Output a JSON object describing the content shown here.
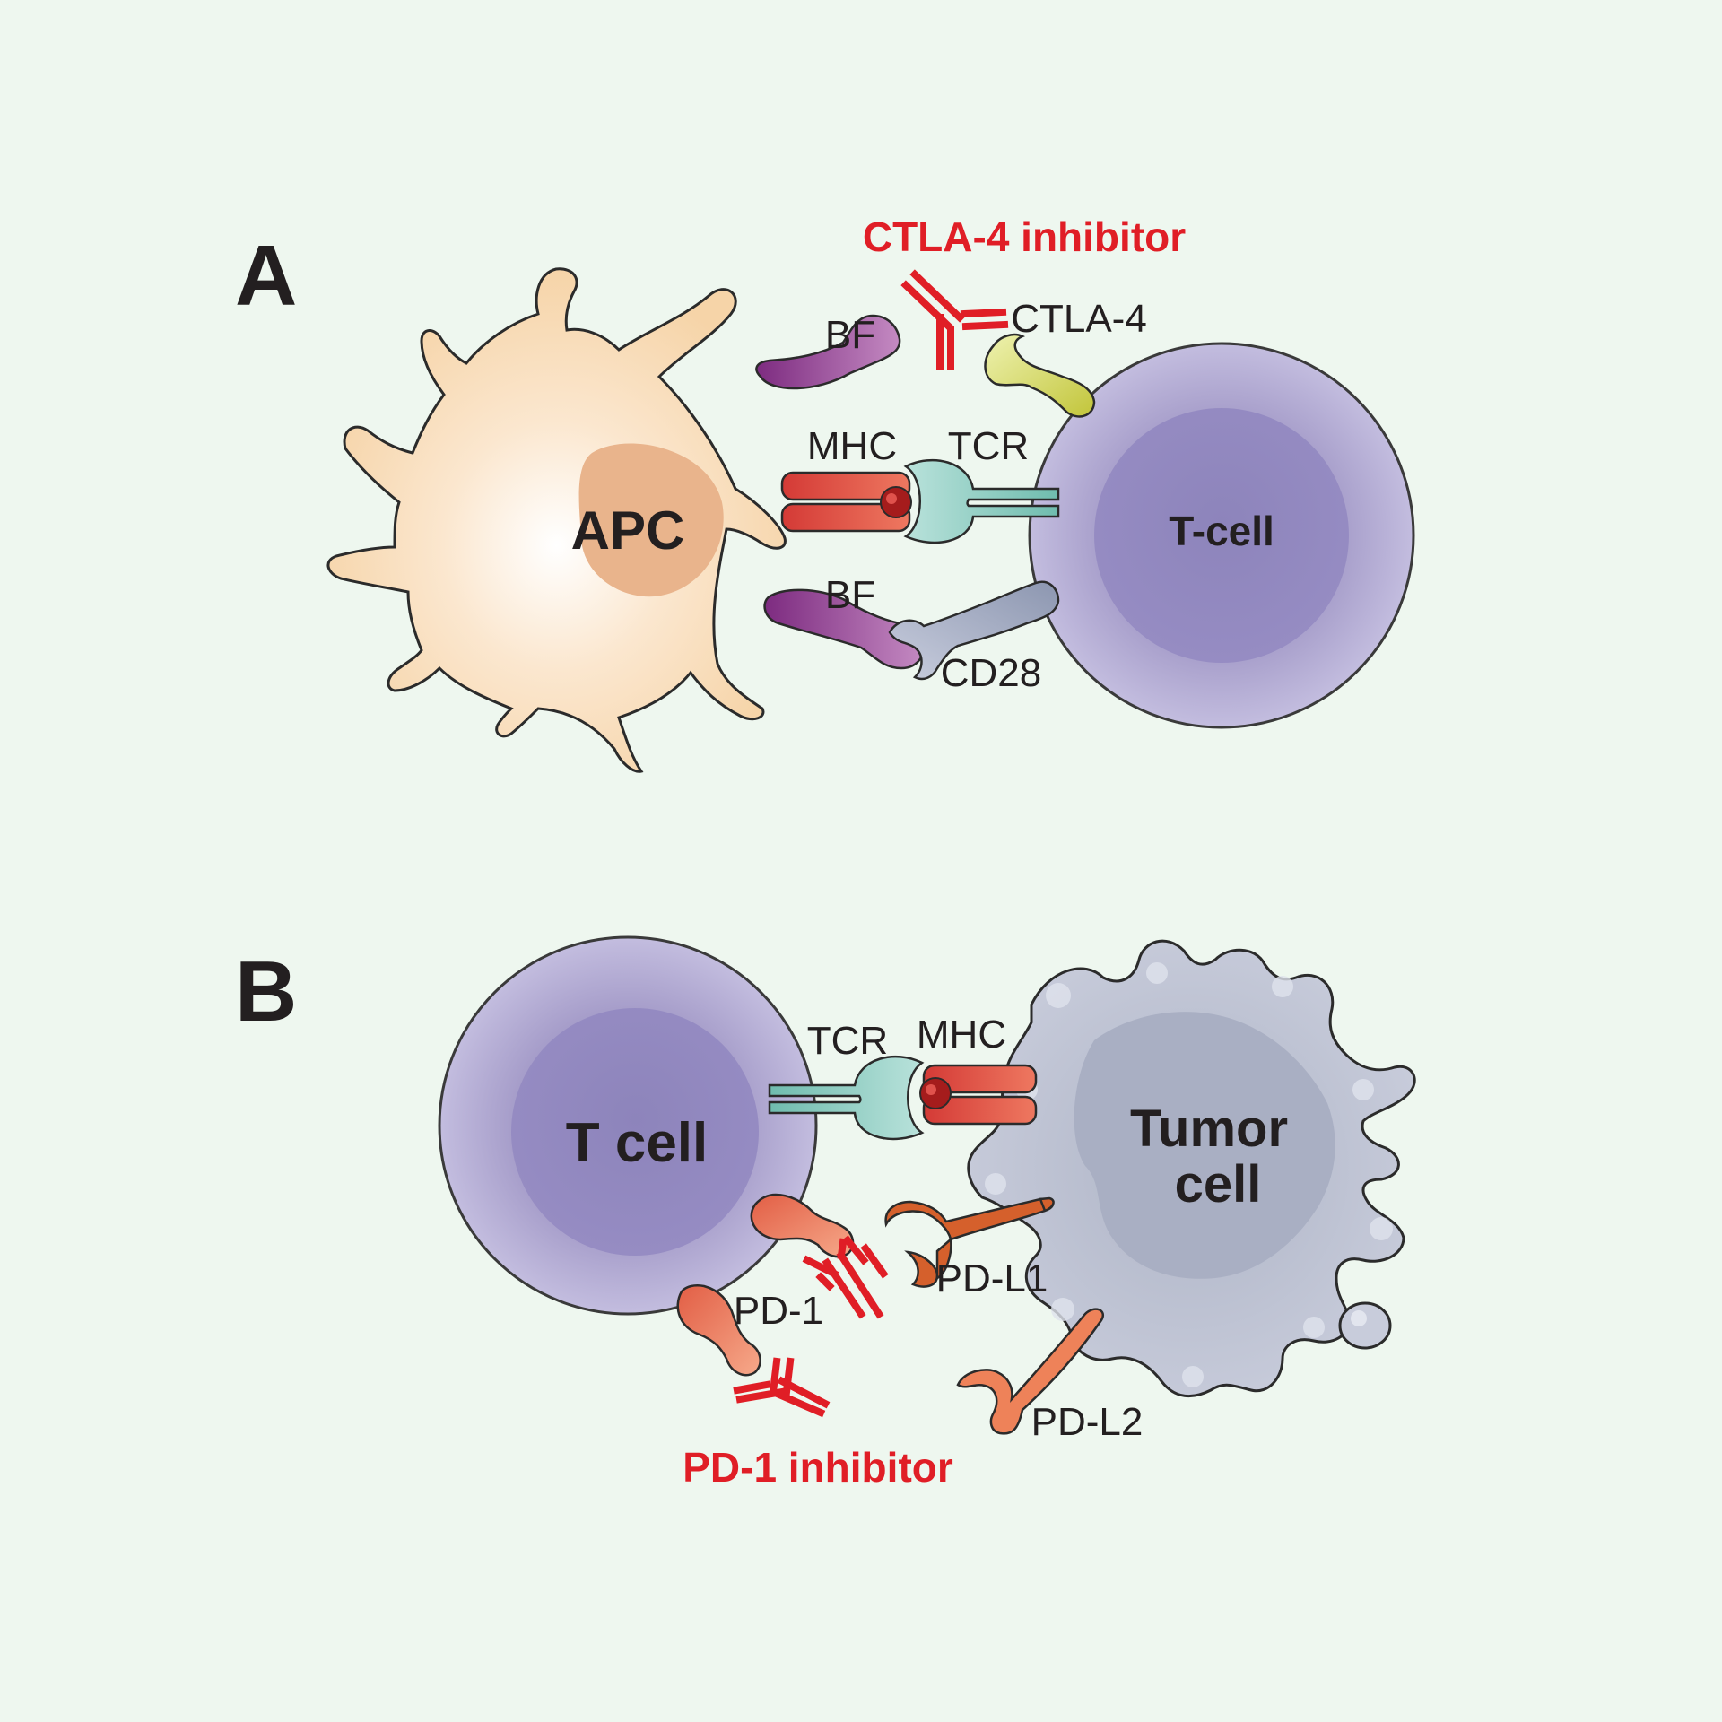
{
  "panels": {
    "a": {
      "letter": "A",
      "apc_label": "APC",
      "tcell_label": "T-cell",
      "bf_top": "BF",
      "bf_bottom": "BF",
      "mhc": "MHC",
      "tcr": "TCR",
      "ctla4": "CTLA-4",
      "cd28": "CD28",
      "inhibitor": "CTLA-4 inhibitor"
    },
    "b": {
      "letter": "B",
      "tcell_label": "T cell",
      "tumor_label_line1": "Tumor",
      "tumor_label_line2": "cell",
      "tcr": "TCR",
      "mhc": "MHC",
      "pd1": "PD-1",
      "pdl1": "PD-L1",
      "pdl2": "PD-L2",
      "inhibitor": "PD-1 inhibitor"
    }
  },
  "colors": {
    "background": "#eef7ef",
    "inhibitor": "#e01e26",
    "tcell": "#a79fcc",
    "apc": "#f9dcb8",
    "tumor": "#c4c8d8"
  }
}
